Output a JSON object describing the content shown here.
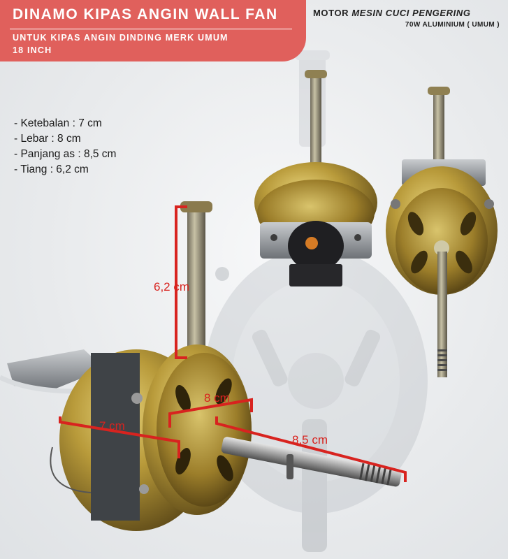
{
  "banner": {
    "title": "DINAMO KIPAS ANGIN WALL FAN",
    "subtitle": "UNTUK KIPAS ANGIN DINDING MERK UMUM",
    "size": "18 INCH"
  },
  "motor": {
    "heading_prefix": "MOTOR",
    "heading_italic": "MESIN CUCI PENGERING",
    "subheading": "70W ALUMINIUM ( UMUM )"
  },
  "specs": [
    "- Ketebalan : 7 cm",
    "- Lebar : 8 cm",
    "- Panjang as : 8,5 cm",
    "- Tiang : 6,2 cm"
  ],
  "dimensions": {
    "tiang": "6,2 cm",
    "lebar": "8 cm",
    "ketebalan": "7 cm",
    "panjang_as": "8,5 cm"
  },
  "colors": {
    "banner": "#e0605c",
    "dimension_lines": "#d8231f",
    "text_dark": "#1a1a1a"
  }
}
